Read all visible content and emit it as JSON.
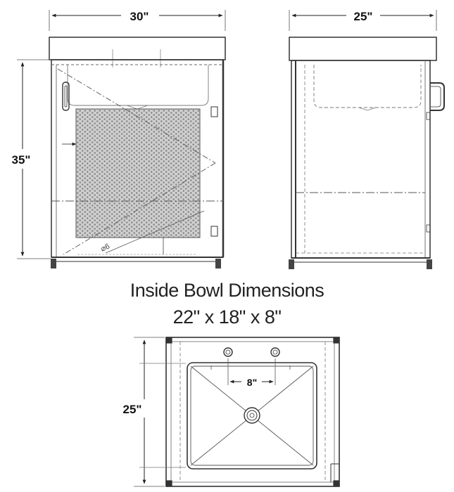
{
  "front_view": {
    "width_label": "30\"",
    "height_label": "35\"",
    "diameter_label": "⌀6"
  },
  "side_view": {
    "depth_label": "25\""
  },
  "bowl": {
    "title": "Inside Bowl Dimensions",
    "dimensions": "22\" x 18\" x 8\"",
    "spacing_label": "8\"",
    "depth_label": "25\""
  }
}
